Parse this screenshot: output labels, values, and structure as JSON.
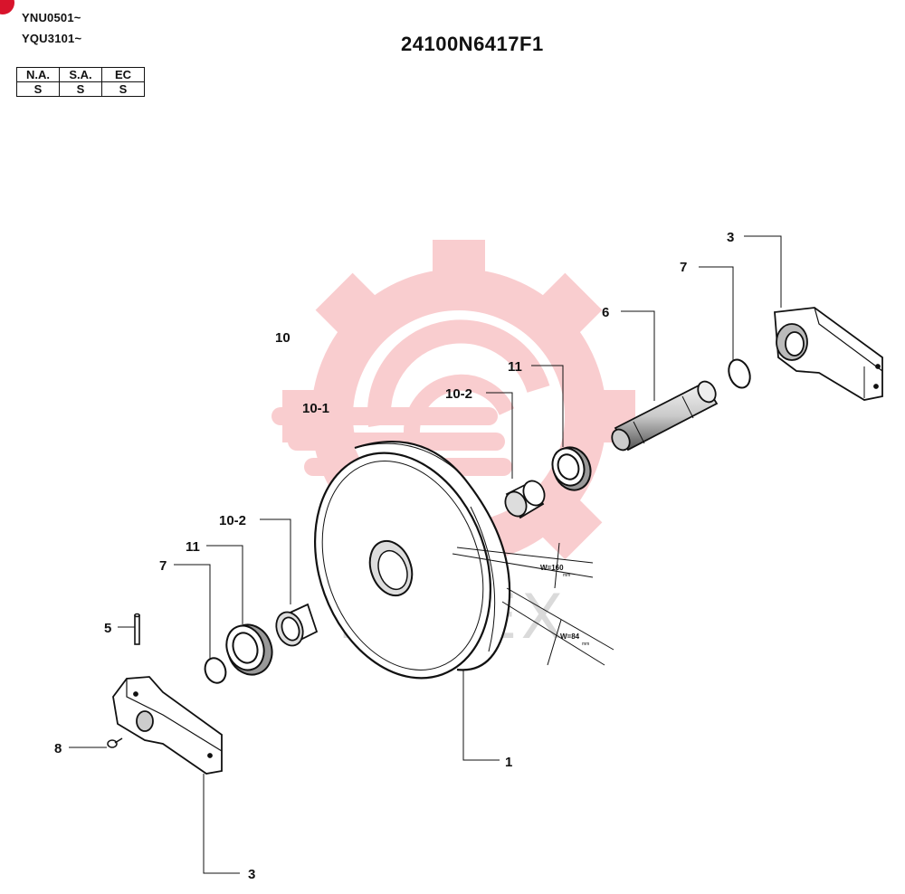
{
  "header": {
    "serials": [
      "YNU0501~",
      "YQU3101~"
    ],
    "part_number": "24100N6417F1"
  },
  "region_table": {
    "headers": [
      "N.A.",
      "S.A.",
      "EC"
    ],
    "values": [
      "S",
      "S",
      "S"
    ]
  },
  "callouts": {
    "c3_top": "3",
    "c7_top": "7",
    "c6": "6",
    "c11_top": "11",
    "c10_2_top": "10-2",
    "c10": "10",
    "c10_1": "10-1",
    "c10_2_left": "10-2",
    "c11_left": "11",
    "c7_left": "7",
    "c5": "5",
    "c8": "8",
    "c1": "1",
    "c3_bottom": "3"
  },
  "dimensions": {
    "w160": "W=160",
    "w160_unit": "mm",
    "w84": "W=84",
    "w84_unit": "mm"
  },
  "watermark": {
    "text": "ИНТЕХ",
    "color": "#e8202a"
  }
}
